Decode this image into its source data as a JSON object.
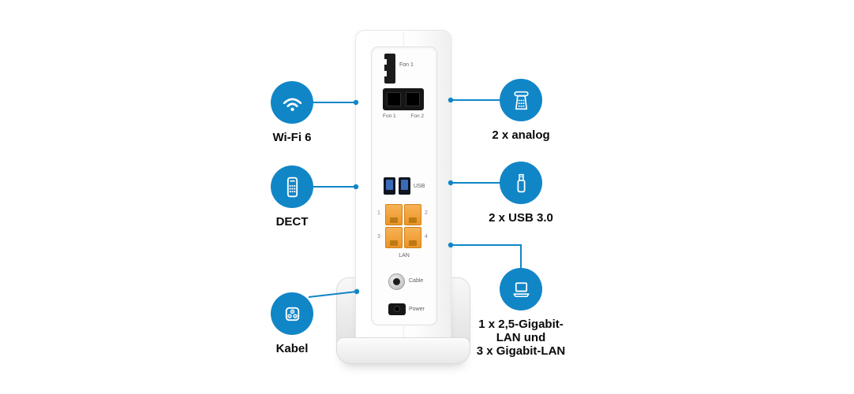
{
  "diagram": {
    "left_callouts": [
      {
        "label": "Wi-Fi 6",
        "icon": "wifi"
      },
      {
        "label": "DECT",
        "icon": "dect-handset"
      },
      {
        "label": "Kabel",
        "icon": "cable-socket"
      }
    ],
    "right_callouts": [
      {
        "label": "2 x analog",
        "icon": "telephone"
      },
      {
        "label": "2 x USB 3.0",
        "icon": "usb-stick"
      },
      {
        "label_lines": [
          "1 x 2,5-Gigabit-",
          "LAN und",
          "3 x Gigabit-LAN"
        ],
        "icon": "laptop"
      }
    ],
    "router": {
      "ports": {
        "tae_label": "Fon 1",
        "rj11_labels": [
          "Fon 1",
          "Fon 2"
        ],
        "usb_label": "USB",
        "lan_label": "LAN",
        "lan_numbers": [
          "1",
          "2",
          "3",
          "4"
        ],
        "cable_label": "Cable",
        "power_label": "Power"
      }
    },
    "colors": {
      "accent_blue": "#1186c7",
      "lan_orange": "#f0a13f",
      "usb_blue": "#3a6ab8"
    }
  }
}
